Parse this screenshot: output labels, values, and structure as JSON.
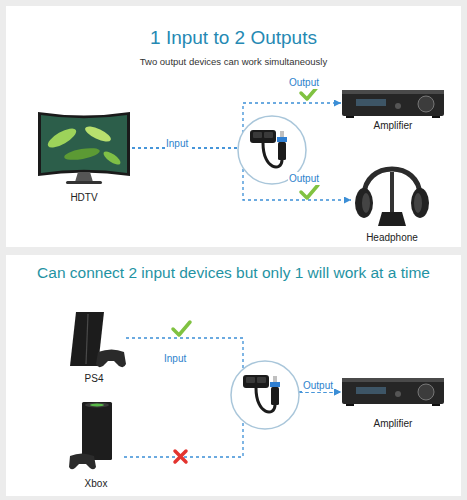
{
  "diagram": {
    "nodes": [
      {
        "text": [
          "1 Input to 2 Outputs",
          "Two output devices can work simultaneously"
        ]
      },
      {
        "text": [
          "HDTV"
        ],
        "in": 0
      },
      {
        "text": [
          "Amplifier"
        ],
        "in": 0
      },
      {
        "text": [
          "Headphone"
        ],
        "in": 0
      },
      {
        "text": [
          "Can connect 2 input devices but only 1 will work at a time"
        ]
      },
      {
        "text": [
          "PS4"
        ],
        "in": 4
      },
      {
        "text": [
          "Xbox"
        ],
        "in": 4
      },
      {
        "text": [
          "Amplifier"
        ],
        "in": 4
      }
    ],
    "edges": [
      {
        "from": 1,
        "to": 2,
        "arrow": "to",
        "label": "Output"
      },
      {
        "from": 1,
        "to": 3,
        "arrow": "to",
        "label": "Output"
      },
      {
        "from": 5,
        "to": 7,
        "arrow": "to",
        "label": "Input"
      },
      {
        "from": 6,
        "to": 7,
        "arrow": "to"
      }
    ],
    "labels": [
      "Input",
      "Output"
    ]
  }
}
